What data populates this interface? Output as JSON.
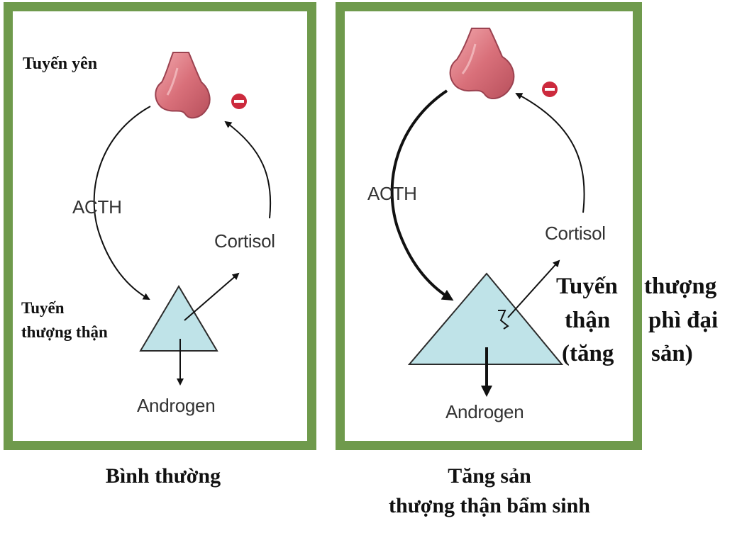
{
  "left": {
    "pituitary_label": "Tuyến yên",
    "acth": "ACTH",
    "cortisol": "Cortisol",
    "adrenal_label_line1": "Tuyến",
    "adrenal_label_line2": "thượng thận",
    "androgen": "Androgen",
    "caption": "Bình thường"
  },
  "right": {
    "acth": "ACTH",
    "cortisol": "Cortisol",
    "androgen": "Androgen",
    "note_line1_a": "Tuyến",
    "note_line1_b": "thượng",
    "note_line2_a": "thận",
    "note_line2_b": "phì đại",
    "note_line3_a": "(tăng",
    "note_line3_b": "sản)",
    "caption_line1": "Tăng sản",
    "caption_line2": "thượng thận bẩm sinh"
  },
  "colors": {
    "frame": "#6f9a4c",
    "pituitary": "#d9707a",
    "adrenal": "#bfe3e8",
    "inhibit": "#cc2a3d"
  }
}
